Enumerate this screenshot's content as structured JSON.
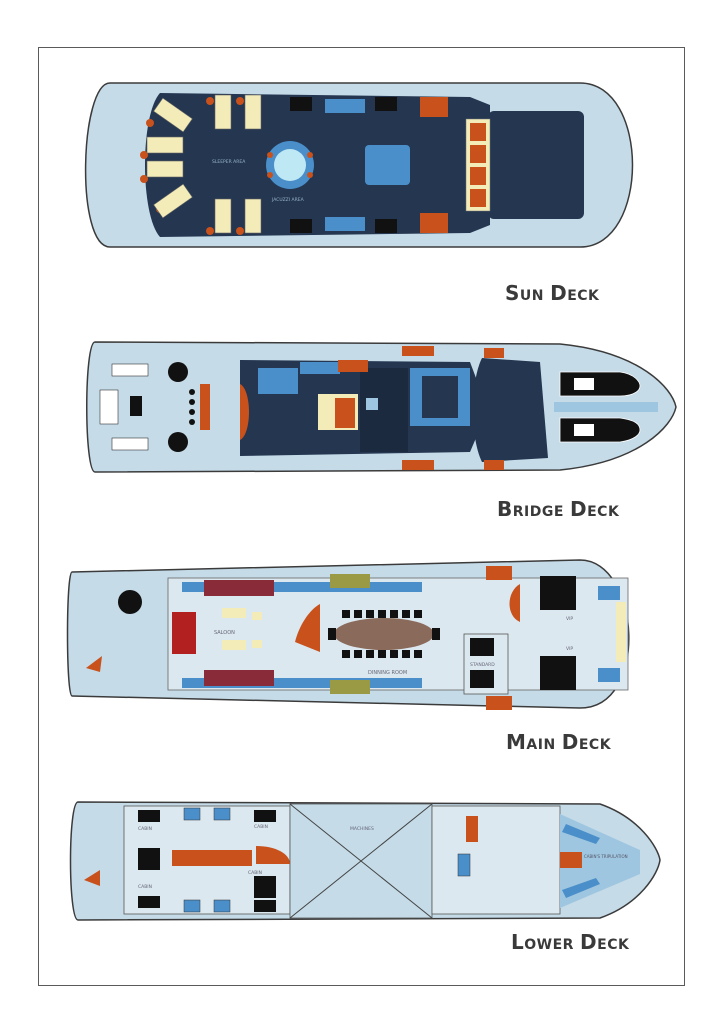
{
  "decks": {
    "sun": {
      "title_w1_cap": "S",
      "title_w1_rest": "UN",
      "title_w2_cap": "D",
      "title_w2_rest": "ECK",
      "labels": {
        "sleeper_area": "SLEEPER AREA",
        "jacuzzi_area": "JACUZZI AREA"
      }
    },
    "bridge": {
      "title_w1_cap": "B",
      "title_w1_rest": "RIDGE",
      "title_w2_cap": "D",
      "title_w2_rest": "ECK"
    },
    "main": {
      "title_w1_cap": "M",
      "title_w1_rest": "AIN",
      "title_w2_cap": "D",
      "title_w2_rest": "ECK",
      "labels": {
        "saloon": "SALOON",
        "dining_room": "DINNING ROOM",
        "standard": "STANDARD",
        "vip_1": "VIP",
        "vip_2": "VIP"
      }
    },
    "lower": {
      "title_w1_cap": "L",
      "title_w1_rest": "OWER",
      "title_w2_cap": "D",
      "title_w2_rest": "ECK",
      "labels": {
        "cabin_1": "CABIN",
        "cabin_2": "CABIN",
        "cabin_3": "CABIN",
        "cabin_4": "CABIN",
        "machines": "MACHINES",
        "crew": "CABIN'S TRIPULATION"
      }
    }
  },
  "colors": {
    "hull": "#c5dbe8",
    "deck_dark": "#243650",
    "wood": "#c8511c",
    "blue": "#4a8fc9",
    "cream": "#f3ecb8",
    "outline": "#3b3b3b"
  }
}
